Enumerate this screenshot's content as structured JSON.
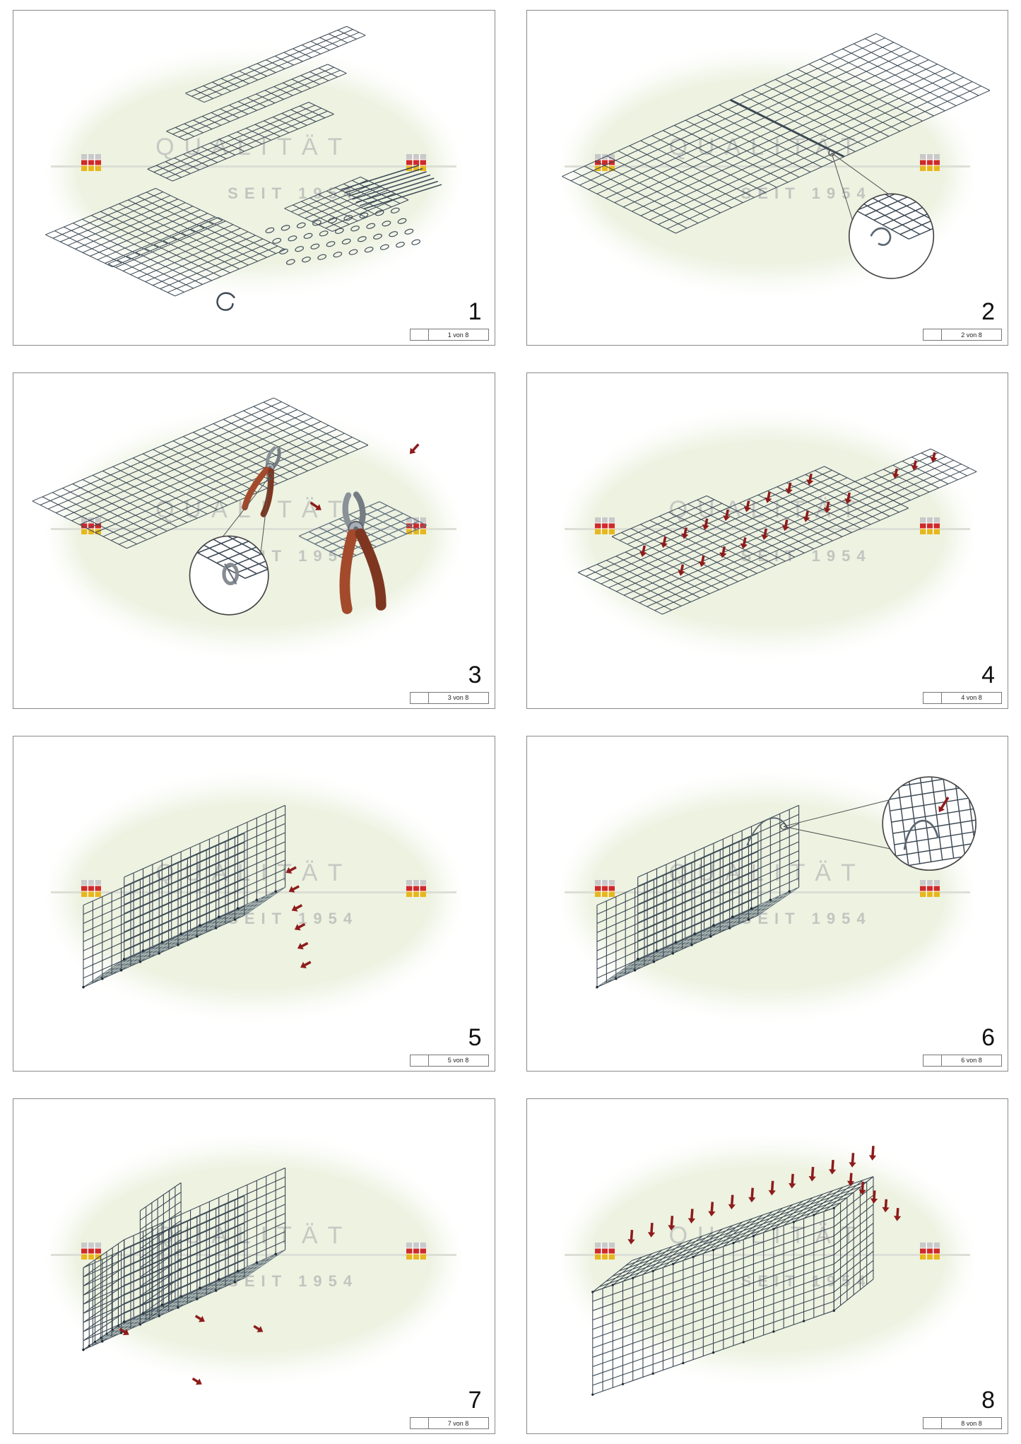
{
  "document": {
    "watermark_line1": "QUALITÄT",
    "watermark_line2": "SEIT 1954"
  },
  "colors": {
    "mesh": "#3b4854",
    "mesh_light": "#64737f",
    "accent_red": "#8e1b1b",
    "wire_gray": "#5b6670",
    "watermark_text": "#c6c9c3",
    "watermark_fill": "#edf2e1",
    "logo_red": "#cf2a2a",
    "logo_yellow": "#e6b71e"
  },
  "panels": [
    {
      "number": "1",
      "page_label": "1 von 8"
    },
    {
      "number": "2",
      "page_label": "2 von 8"
    },
    {
      "number": "3",
      "page_label": "3 von 8"
    },
    {
      "number": "4",
      "page_label": "4 von 8"
    },
    {
      "number": "5",
      "page_label": "5 von 8"
    },
    {
      "number": "6",
      "page_label": "6 von 8"
    },
    {
      "number": "7",
      "page_label": "7 von 8"
    },
    {
      "number": "8",
      "page_label": "8 von 8"
    }
  ]
}
